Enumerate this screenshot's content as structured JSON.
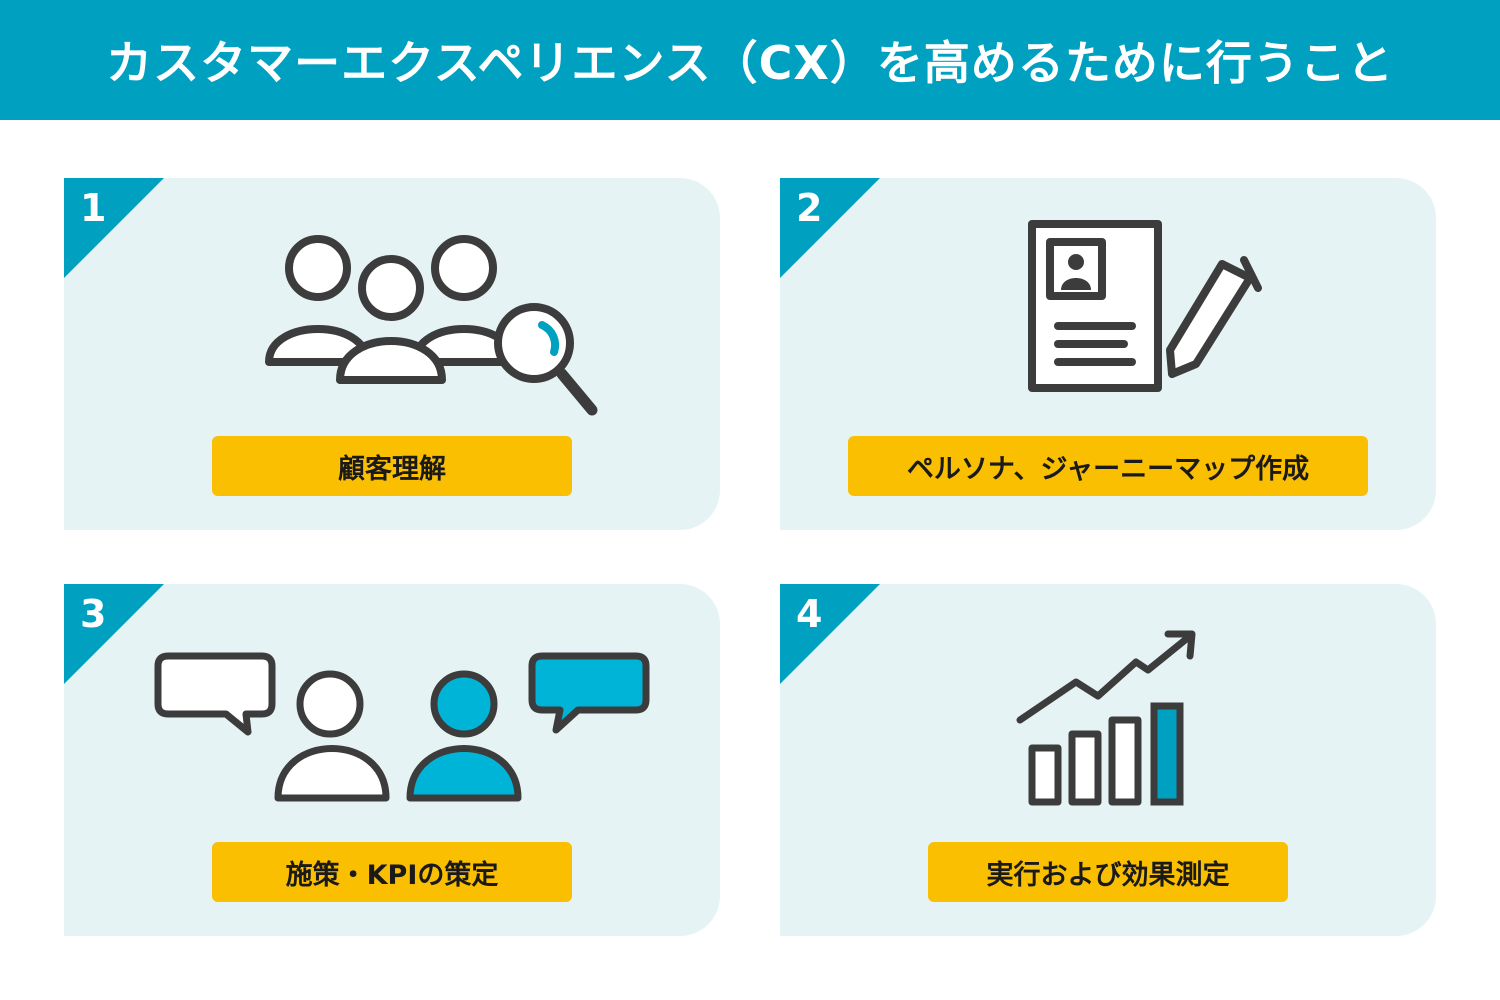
{
  "header": {
    "title": "カスタマーエクスペリエンス（CX）を高めるために行うこと"
  },
  "colors": {
    "header": "#00a0c1",
    "card": "#e6f3f4",
    "label": "#f9bf00",
    "accent": "#00b4d8",
    "stroke": "#3c3c3c"
  },
  "steps": [
    {
      "number": "1",
      "label": "顧客理解",
      "icon": "people-search-icon"
    },
    {
      "number": "2",
      "label": "ペルソナ、ジャーニーマップ作成",
      "icon": "profile-document-pen-icon"
    },
    {
      "number": "3",
      "label": "施策・KPIの策定",
      "icon": "conversation-icon"
    },
    {
      "number": "4",
      "label": "実行および効果測定",
      "icon": "growth-chart-icon"
    }
  ]
}
